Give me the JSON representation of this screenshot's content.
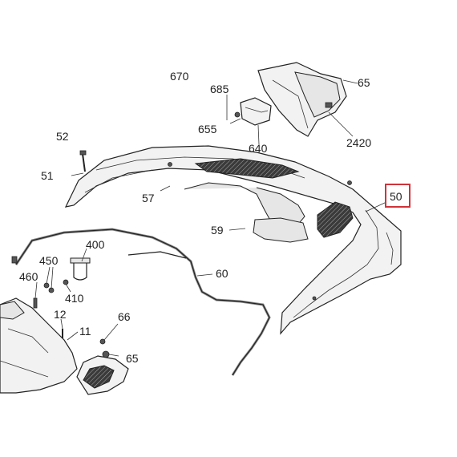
{
  "diagram": {
    "callouts": {
      "c670": "670",
      "c685": "685",
      "c65a": "65",
      "c655": "655",
      "c640": "640",
      "c2420": "2420",
      "c52": "52",
      "c51": "51",
      "c57": "57",
      "c50": "50",
      "c59": "59",
      "c400": "400",
      "c450": "450",
      "c460": "460",
      "c410": "410",
      "c60": "60",
      "c12": "12",
      "c66": "66",
      "c11": "11",
      "c65b": "65"
    },
    "highlighted": "50",
    "highlight_color": "#d0323a"
  }
}
